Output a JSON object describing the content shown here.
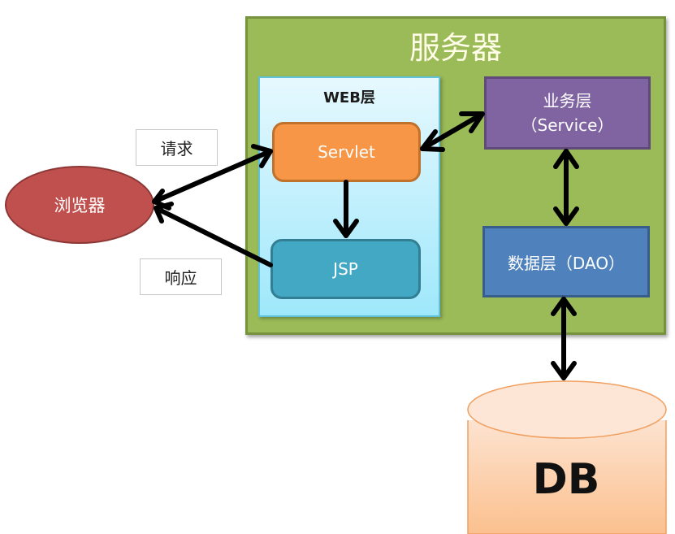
{
  "server": {
    "title": "服务器",
    "color": "#9bbb59"
  },
  "web_layer": {
    "title": "WEB层",
    "color": "#9fe8fb"
  },
  "nodes": {
    "servlet": {
      "label": "Servlet",
      "color": "#f79646"
    },
    "jsp": {
      "label": "JSP",
      "color": "#43a8c4"
    },
    "service": {
      "line1": "业务层",
      "line2": "（Service）",
      "color": "#8064a2"
    },
    "dao": {
      "label": "数据层（DAO）",
      "color": "#4f81bd"
    },
    "browser": {
      "label": "浏览器",
      "color": "#c0504d"
    },
    "db": {
      "label": "DB",
      "color": "#fbc9a0"
    }
  },
  "edge_labels": {
    "request": "请求",
    "response": "响应"
  },
  "edges": [
    {
      "from": "browser",
      "to": "servlet",
      "label": "请求",
      "direction": "both"
    },
    {
      "from": "jsp",
      "to": "browser",
      "label": "响应",
      "direction": "forward"
    },
    {
      "from": "servlet",
      "to": "jsp",
      "direction": "forward"
    },
    {
      "from": "servlet",
      "to": "service",
      "direction": "both"
    },
    {
      "from": "service",
      "to": "dao",
      "direction": "both"
    },
    {
      "from": "dao",
      "to": "db",
      "direction": "both"
    }
  ]
}
